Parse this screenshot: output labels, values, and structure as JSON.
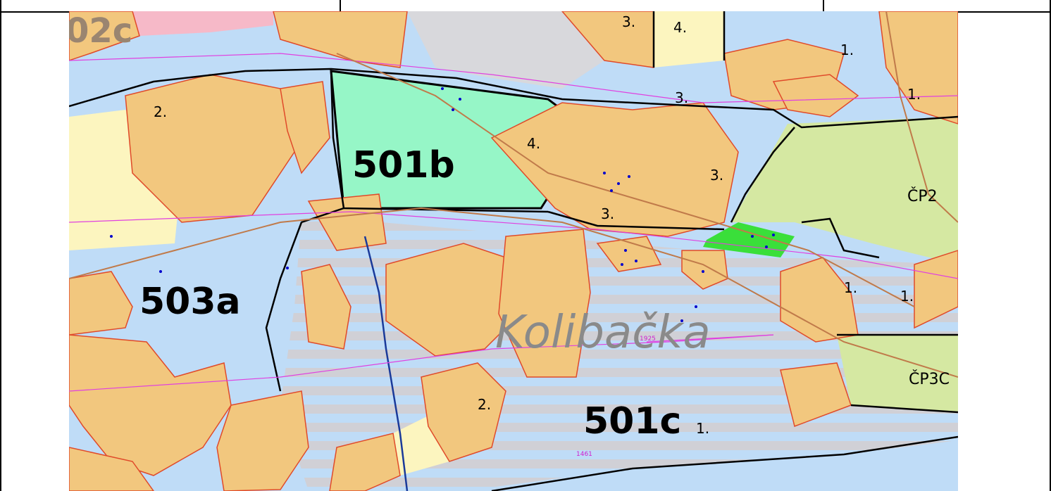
{
  "map": {
    "title_place": "Kolibačka",
    "stands": [
      {
        "id": "stand-501b",
        "label": "501b"
      },
      {
        "id": "stand-503a",
        "label": "503a"
      },
      {
        "id": "stand-501c",
        "label": "501c"
      },
      {
        "id": "stand-502c",
        "label": "02c"
      },
      {
        "id": "stand-cp2",
        "label": "ČP2"
      },
      {
        "id": "stand-cp3",
        "label": "ČP3C"
      }
    ],
    "age_classes": [
      {
        "label": "1."
      },
      {
        "label": "1."
      },
      {
        "label": "1."
      },
      {
        "label": "1."
      },
      {
        "label": "2."
      },
      {
        "label": "2."
      },
      {
        "label": "3."
      },
      {
        "label": "3."
      },
      {
        "label": "3."
      },
      {
        "label": "3."
      },
      {
        "label": "4."
      },
      {
        "label": "4."
      },
      {
        "label": "1."
      }
    ],
    "parcel_numbers": [
      "1925",
      "1461"
    ],
    "colors": {
      "forest_orange": "#F2C77E",
      "water_blue": "#BFDCF7",
      "stripe_grey": "#D0D0D6",
      "meadow_green": "#D5E8A2",
      "mint": "#96F6C7",
      "bright_green": "#3ADF3A",
      "pale_yellow": "#FCF5BF",
      "pink": "#F6B9C8",
      "border_red": "#E04A2A",
      "line_magenta": "#E040E0",
      "road_brown": "#C07A4A"
    }
  }
}
